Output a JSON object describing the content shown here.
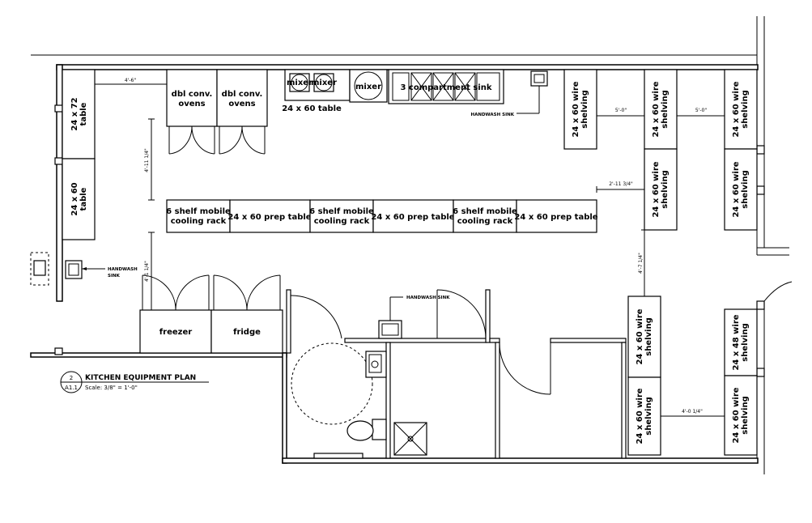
{
  "title_block": {
    "number": "2",
    "sheet": "A1.1",
    "title": "KITCHEN EQUIPMENT PLAN",
    "scale": "Scale: 3/8\" = 1'-0\""
  },
  "equipment": {
    "table_24x72": "24 x 72",
    "table_24x72_sub": "table",
    "table_24x60_left": "24 x 60",
    "table_24x60_left_sub": "table",
    "oven1_line1": "dbl conv.",
    "oven1_line2": "ovens",
    "oven2_line1": "dbl conv.",
    "oven2_line2": "ovens",
    "mixer_small_1": "mixer",
    "mixer_small_2": "mixer",
    "mixer_large": "mixer",
    "table_24x60_top": "24 x 60 table",
    "sink_3comp": "3 compartment sink",
    "handwash_top": "HANDWASH SINK",
    "handwash_left_1": "HANDWASH",
    "handwash_left_2": "SINK",
    "handwash_mid": "HANDWASH SINK",
    "rack1_line1": "6 shelf mobile",
    "rack1_line2": "cooling rack",
    "prep1": "24 x 60 prep table",
    "rack2_line1": "6 shelf mobile",
    "rack2_line2": "cooling rack",
    "prep2": "24 x 60 prep table",
    "rack3_line1": "6 shelf mobile",
    "rack3_line2": "cooling rack",
    "prep3": "24 x 60 prep table",
    "freezer": "freezer",
    "fridge": "fridge",
    "shelf_a1": "24 x 60 wire",
    "shelf_a2": "shelving",
    "shelf_b1": "24 x 60 wire",
    "shelf_b2": "shelving",
    "shelf_c1": "24 x 60 wire",
    "shelf_c2": "shelving",
    "shelf_d1": "24 x 60 wire",
    "shelf_d2": "shelving",
    "shelf_e1": "24 x 60 wire",
    "shelf_e2": "shelving",
    "shelf_f1": "24 x 60 wire",
    "shelf_f2": "shelving",
    "shelf_g1": "24 x 48 wire",
    "shelf_g2": "shelving",
    "shelf_h1": "24 x 60 wire",
    "shelf_h2": "shelving"
  },
  "dimensions": {
    "d_top_left": "4'-6\"",
    "d_vert_upper": "4'-11 1/4\"",
    "d_vert_lower": "4'-1 1/4\"",
    "d_shelf_gap1": "5'-0\"",
    "d_shelf_gap2": "5'-0\"",
    "d_right_gap": "2'-11 3/4\"",
    "d_right_vert": "4'-7 1/4\"",
    "d_bottom_gap": "4'-0 1/4\""
  }
}
